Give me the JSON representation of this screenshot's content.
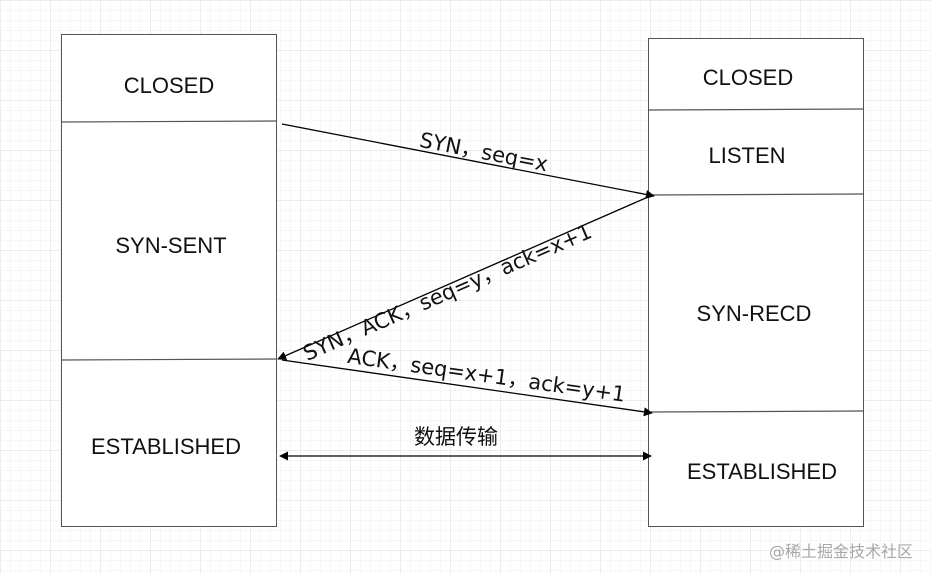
{
  "client": {
    "states": [
      "CLOSED",
      "SYN-SENT",
      "ESTABLISHED"
    ]
  },
  "server": {
    "states": [
      "CLOSED",
      "LISTEN",
      "SYN-RECD",
      "ESTABLISHED"
    ]
  },
  "messages": {
    "syn": "SYN，seq=x",
    "syn_ack": "SYN，ACK，seq=y，ack=x+1",
    "ack": "ACK，seq=x+1，ack=y+1",
    "data_transfer": "数据传输"
  },
  "watermark": "@稀土掘金技术社区"
}
